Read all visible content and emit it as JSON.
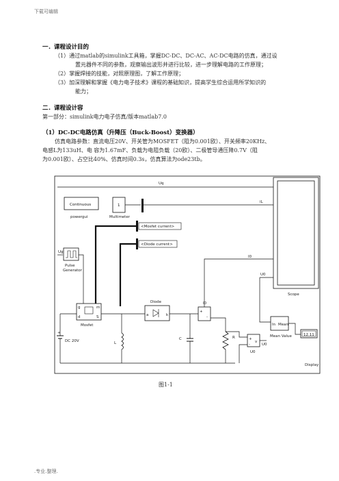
{
  "header": {
    "left": "下载可编辑"
  },
  "footer": {
    "left": ".专业.整理."
  },
  "section1": {
    "title": "一．课程设计目的",
    "items": [
      "（1）通过matlab的simulink工具箱，掌握DC-DC、DC-AC、AC-DC电路的仿真，通过设",
      "置元器件不同的参数，观察输出波形并进行比较，进一步理解电路的工作原理；",
      "（2）掌握焊接的技能，对照原理图，了解工作原理；",
      "（3）加深理解和掌握《电力电子技术》课程的基础知识，提高学生综合运用所学知识的",
      "能力；"
    ]
  },
  "section2": {
    "title": "二．课程设计容",
    "part": "第一部分：simulink电力电子仿真/版本matlab7.0",
    "subtitle": "（1）DC-DC电路仿真（升降压（Buck-Boost）变换器）",
    "para": [
      "仿真电路参数：直流电压20V、开关管为MOSFET（阻为0.001欧）、开关频率20KHz、",
      "电感L为133uH、电    容为1.67mF、负载为电阻负载（20欧）、二极管导通压降0.7V（阻",
      "为0.001欧）、占空比40%、仿真时间0.3s，仿真算法为ode23tb。"
    ]
  },
  "diagram": {
    "labels": {
      "uq": "Uq",
      "il": "iL",
      "i0": "I0",
      "u0": "U0",
      "u0b": "U0",
      "u0c": "U0",
      "ug": "Ug",
      "continuous": "Continuous",
      "powergui": "powergui",
      "multimeter_val": "1",
      "multimeter": "Multimeter",
      "mosfet_current": "<Mosfet current>",
      "diode_current": "<Diode current>",
      "pulse": "Pulse",
      "generator": "Generator",
      "mosfet": "Mosfet",
      "diode": "Diode",
      "dc": "DC 20V",
      "l": "L",
      "c": "C",
      "r": "R",
      "i0_meas": "I0",
      "scope": "Scope",
      "mean_in": "In",
      "mean_word": "Mean",
      "mean_value": "Mean Value",
      "display_val": "12.11",
      "display": "Display",
      "port_g": "g",
      "port_m": "m",
      "port_d": "d",
      "port_s": "S",
      "port_a": "a",
      "port_k": "k",
      "port_m2": "m",
      "plus": "+",
      "minus": "-",
      "v": "v"
    }
  },
  "caption": "图1-1",
  "colors": {
    "ink": "#111111",
    "text": "#333333",
    "header": "#777777"
  }
}
